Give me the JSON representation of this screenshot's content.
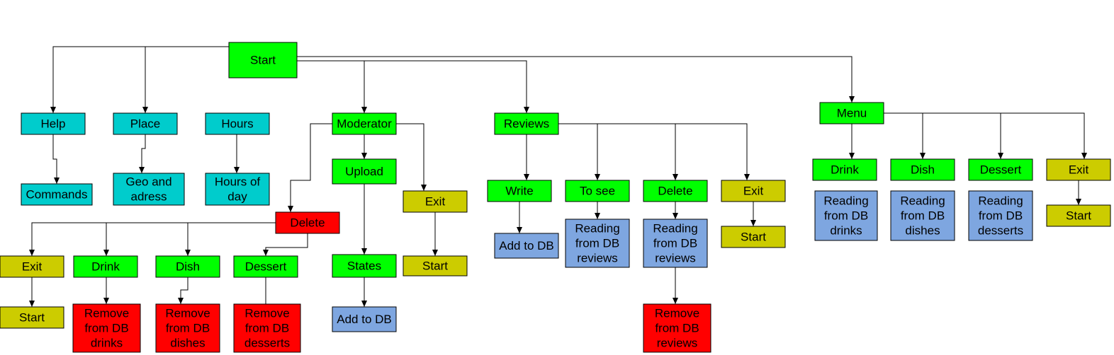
{
  "colors": {
    "green": "#00ff00",
    "cyan": "#00cccc",
    "red": "#ff0000",
    "olive": "#cccc00",
    "blue": "#7ea6e0",
    "stroke": "#000000"
  },
  "nodes": [
    {
      "id": "start",
      "lines": [
        "Start"
      ],
      "color": "green"
    },
    {
      "id": "help",
      "lines": [
        "Help"
      ],
      "color": "cyan"
    },
    {
      "id": "place",
      "lines": [
        "Place"
      ],
      "color": "cyan"
    },
    {
      "id": "hours",
      "lines": [
        "Hours"
      ],
      "color": "cyan"
    },
    {
      "id": "commands",
      "lines": [
        "Commands"
      ],
      "color": "cyan"
    },
    {
      "id": "geo-and-adress",
      "lines": [
        "Geo and",
        "adress"
      ],
      "color": "cyan"
    },
    {
      "id": "hours-of-day",
      "lines": [
        "Hours of",
        "day"
      ],
      "color": "cyan"
    },
    {
      "id": "moderator",
      "lines": [
        "Moderator"
      ],
      "color": "green"
    },
    {
      "id": "upload",
      "lines": [
        "Upload"
      ],
      "color": "green"
    },
    {
      "id": "moderator-exit",
      "lines": [
        "Exit"
      ],
      "color": "olive"
    },
    {
      "id": "moderator-exit-start",
      "lines": [
        "Start"
      ],
      "color": "olive"
    },
    {
      "id": "moderator-delete",
      "lines": [
        "Delete"
      ],
      "color": "red"
    },
    {
      "id": "delete-exit",
      "lines": [
        "Exit"
      ],
      "color": "olive"
    },
    {
      "id": "delete-exit-start",
      "lines": [
        "Start"
      ],
      "color": "olive"
    },
    {
      "id": "delete-drink",
      "lines": [
        "Drink"
      ],
      "color": "green"
    },
    {
      "id": "delete-dish",
      "lines": [
        "Dish"
      ],
      "color": "green"
    },
    {
      "id": "delete-dessert",
      "lines": [
        "Dessert"
      ],
      "color": "green"
    },
    {
      "id": "remove-drinks",
      "lines": [
        "Remove",
        "from DB",
        "drinks"
      ],
      "color": "red"
    },
    {
      "id": "remove-dishes",
      "lines": [
        "Remove",
        "from DB",
        "dishes"
      ],
      "color": "red"
    },
    {
      "id": "remove-desserts",
      "lines": [
        "Remove",
        "from DB",
        "desserts"
      ],
      "color": "red"
    },
    {
      "id": "states",
      "lines": [
        "States"
      ],
      "color": "green"
    },
    {
      "id": "states-add",
      "lines": [
        "Add to DB"
      ],
      "color": "blue"
    },
    {
      "id": "reviews",
      "lines": [
        "Reviews"
      ],
      "color": "green"
    },
    {
      "id": "write",
      "lines": [
        "Write"
      ],
      "color": "green"
    },
    {
      "id": "write-add",
      "lines": [
        "Add to DB"
      ],
      "color": "blue"
    },
    {
      "id": "to-see",
      "lines": [
        "To see"
      ],
      "color": "green"
    },
    {
      "id": "read-reviews-1",
      "lines": [
        "Reading",
        "from DB",
        "reviews"
      ],
      "color": "blue"
    },
    {
      "id": "reviews-delete",
      "lines": [
        "Delete"
      ],
      "color": "green"
    },
    {
      "id": "read-reviews-2",
      "lines": [
        "Reading",
        "from DB",
        "reviews"
      ],
      "color": "blue"
    },
    {
      "id": "remove-reviews",
      "lines": [
        "Remove",
        "from DB",
        "reviews"
      ],
      "color": "red"
    },
    {
      "id": "reviews-exit",
      "lines": [
        "Exit"
      ],
      "color": "olive"
    },
    {
      "id": "reviews-exit-start",
      "lines": [
        "Start"
      ],
      "color": "olive"
    },
    {
      "id": "menu",
      "lines": [
        "Menu"
      ],
      "color": "green"
    },
    {
      "id": "menu-drink",
      "lines": [
        "Drink"
      ],
      "color": "green"
    },
    {
      "id": "menu-dish",
      "lines": [
        "Dish"
      ],
      "color": "green"
    },
    {
      "id": "menu-dessert",
      "lines": [
        "Dessert"
      ],
      "color": "green"
    },
    {
      "id": "menu-exit",
      "lines": [
        "Exit"
      ],
      "color": "olive"
    },
    {
      "id": "read-drinks",
      "lines": [
        "Reading",
        "from DB",
        "drinks"
      ],
      "color": "blue"
    },
    {
      "id": "read-dishes",
      "lines": [
        "Reading",
        "from DB",
        "dishes"
      ],
      "color": "blue"
    },
    {
      "id": "read-desserts",
      "lines": [
        "Reading",
        "from DB",
        "desserts"
      ],
      "color": "blue"
    },
    {
      "id": "menu-exit-start",
      "lines": [
        "Start"
      ],
      "color": "olive"
    }
  ],
  "edges": [
    {
      "from": "start",
      "to": "help"
    },
    {
      "from": "start",
      "to": "place"
    },
    {
      "from": "start",
      "to": "moderator"
    },
    {
      "from": "start",
      "to": "reviews"
    },
    {
      "from": "start",
      "to": "menu"
    },
    {
      "from": "help",
      "to": "commands"
    },
    {
      "from": "place",
      "to": "geo-and-adress"
    },
    {
      "from": "hours",
      "to": "hours-of-day"
    },
    {
      "from": "moderator",
      "to": "upload"
    },
    {
      "from": "moderator",
      "to": "moderator-exit"
    },
    {
      "from": "moderator",
      "to": "moderator-delete"
    },
    {
      "from": "moderator-exit",
      "to": "moderator-exit-start"
    },
    {
      "from": "upload",
      "to": "states"
    },
    {
      "from": "states",
      "to": "states-add"
    },
    {
      "from": "moderator-delete",
      "to": "delete-exit"
    },
    {
      "from": "moderator-delete",
      "to": "delete-drink"
    },
    {
      "from": "moderator-delete",
      "to": "delete-dish"
    },
    {
      "from": "moderator-delete",
      "to": "delete-dessert"
    },
    {
      "from": "delete-exit",
      "to": "delete-exit-start"
    },
    {
      "from": "delete-drink",
      "to": "remove-drinks"
    },
    {
      "from": "delete-dish",
      "to": "remove-dishes"
    },
    {
      "from": "delete-dessert",
      "to": "remove-desserts"
    },
    {
      "from": "reviews",
      "to": "write"
    },
    {
      "from": "reviews",
      "to": "to-see"
    },
    {
      "from": "reviews",
      "to": "reviews-delete"
    },
    {
      "from": "reviews",
      "to": "reviews-exit"
    },
    {
      "from": "write",
      "to": "write-add"
    },
    {
      "from": "to-see",
      "to": "read-reviews-1"
    },
    {
      "from": "reviews-delete",
      "to": "read-reviews-2"
    },
    {
      "from": "read-reviews-2",
      "to": "remove-reviews"
    },
    {
      "from": "reviews-exit",
      "to": "reviews-exit-start"
    },
    {
      "from": "menu",
      "to": "menu-drink"
    },
    {
      "from": "menu",
      "to": "menu-dish"
    },
    {
      "from": "menu",
      "to": "menu-dessert"
    },
    {
      "from": "menu",
      "to": "menu-exit"
    },
    {
      "from": "menu-exit",
      "to": "menu-exit-start"
    }
  ]
}
